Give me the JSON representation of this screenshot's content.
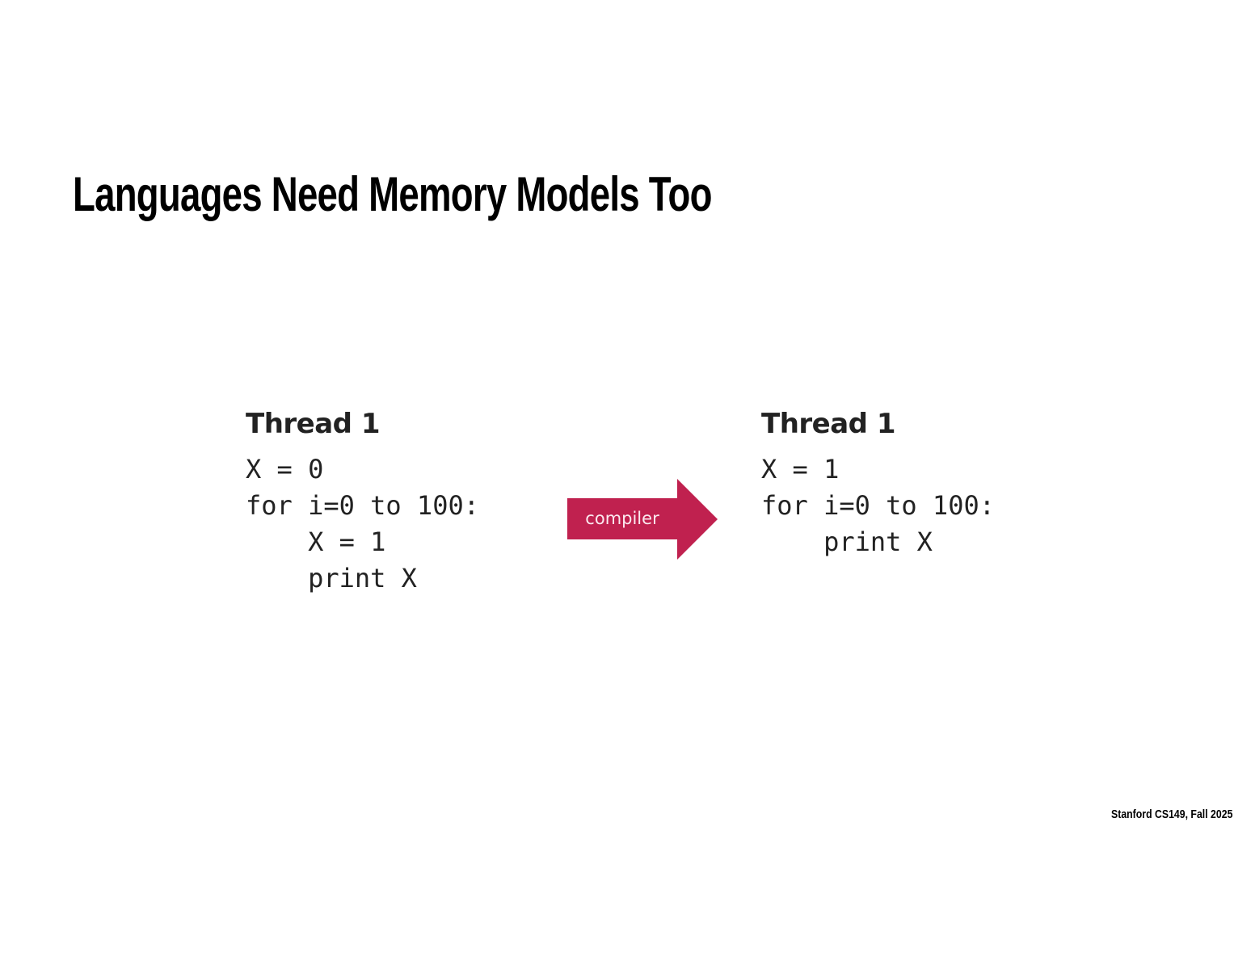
{
  "title": "Languages Need Memory Models Too",
  "left": {
    "heading": "Thread 1",
    "code": "X = 0\nfor i=0 to 100:\n    X = 1\n    print X"
  },
  "arrow": {
    "label": "compiler",
    "color": "#c0214f"
  },
  "right": {
    "heading": "Thread 1",
    "code": "X = 1\nfor i=0 to 100:\n    print X"
  },
  "footer": "Stanford CS149, Fall 2025"
}
